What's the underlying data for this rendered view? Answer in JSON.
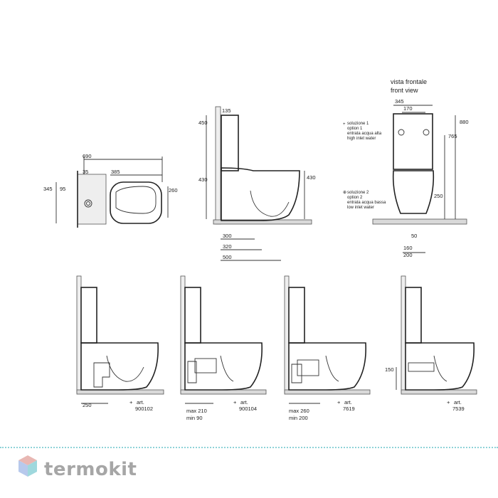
{
  "front_view": {
    "title_it": "vista frontale",
    "title_en": "front view",
    "option1": [
      "soluzione 1",
      "option 1",
      "entrata acqua alta",
      "high inlet water"
    ],
    "option2": [
      "soluzione 2",
      "option 2",
      "entrata acqua bassa",
      "low inlet water"
    ],
    "dims": {
      "w345": "345",
      "w170": "170",
      "h880": "880",
      "h765": "765",
      "h250": "250",
      "w50": "50",
      "w160": "160",
      "w200": "200"
    }
  },
  "top_view": {
    "dims": {
      "l690": "690",
      "l35": "35",
      "l385": "385",
      "w345": "345",
      "w95": "95",
      "w260": "260"
    }
  },
  "side_view": {
    "dims": {
      "h135": "135",
      "h450": "450",
      "h430l": "430",
      "h430r": "430",
      "d300": "300",
      "d320": "320",
      "d500": "500"
    }
  },
  "variants": [
    {
      "dims": [
        "250"
      ],
      "mark": "+",
      "label": "art.",
      "code": "900102"
    },
    {
      "dims": [
        "max 210",
        "min  90"
      ],
      "mark": "+",
      "label": "art.",
      "code": "900104"
    },
    {
      "dims": [
        "max 260",
        "min 200"
      ],
      "mark": "+",
      "label": "art.",
      "code": "7619"
    },
    {
      "dims": [
        "150"
      ],
      "mark": "+",
      "label": "art.",
      "code": "7539"
    }
  ],
  "brand": {
    "name": "termokit",
    "logo_colors": [
      "#e8b7b3",
      "#b7c9ec",
      "#9fd8dd"
    ]
  }
}
